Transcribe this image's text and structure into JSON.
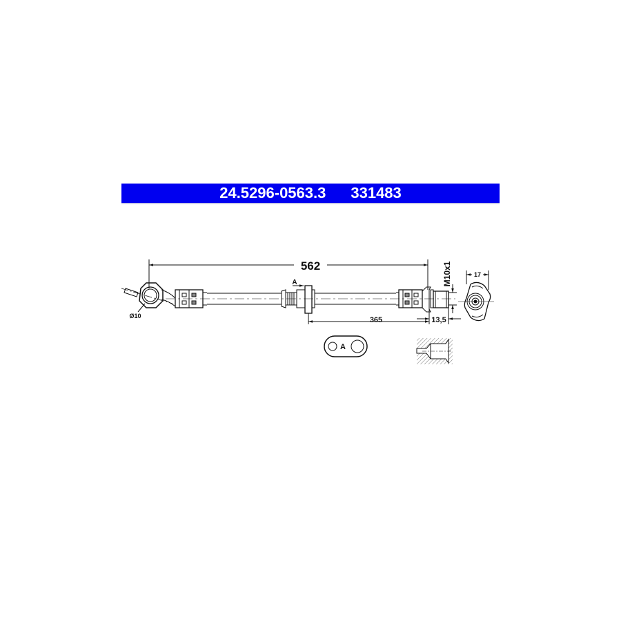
{
  "header": {
    "part_number": "24.5296-0563.3",
    "reference_number": "331483",
    "background_color": "#0000f0",
    "text_color": "#ffffff"
  },
  "drawing": {
    "subject": "brake hose",
    "line_color": "#111111",
    "dimensions": {
      "overall_length": "562",
      "partial_length": "365",
      "fitting_length": "13,5",
      "thread": "M10x1",
      "hex_width": "17",
      "eye_diameter": "Ø10"
    },
    "labels": {
      "section_marker": "A",
      "detail_label": "A"
    }
  }
}
